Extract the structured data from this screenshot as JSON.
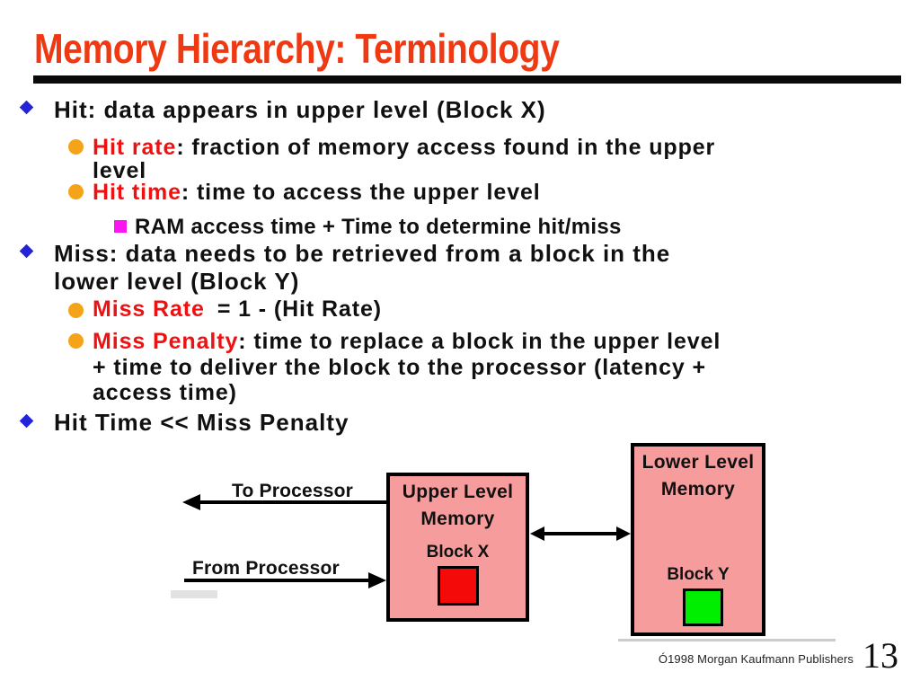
{
  "title": "Memory Hierarchy: Terminology",
  "lines": [
    {
      "text": "Hit: data appears in upper level (Block X)"
    },
    {
      "red": "Hit rate",
      "text": ": fraction of memory access found in the upper"
    },
    {
      "text": "level"
    },
    {
      "red": "Hit time",
      "text": ": time to access the upper level"
    },
    {
      "text": "RAM access time + Time to determine hit/miss"
    },
    {
      "text": "Miss: data needs to be retrieved from a block in the"
    },
    {
      "text": "lower level (Block Y)"
    },
    {
      "red": "Miss Rate",
      "text": "= 1 - (Hit Rate)"
    },
    {
      "red": "Miss Penalty",
      "text": ": time to replace a block in the upper level"
    },
    {
      "text": "+ time to deliver the block to the processor (latency +"
    },
    {
      "text": "access time)"
    },
    {
      "text": "Hit Time << Miss Penalty"
    }
  ],
  "diagram": {
    "to_processor_label": "To Processor",
    "from_processor_label": "From Processor",
    "upper_box": {
      "line1": "Upper Level",
      "line2": "Memory",
      "block_label": "Block X"
    },
    "lower_box": {
      "line1": "Lower Level",
      "line2": "Memory",
      "block_label": "Block Y"
    }
  },
  "footer": {
    "copyright": "Ó1998 Morgan Kaufmann Publishers",
    "page_number": "13"
  },
  "colors": {
    "title_red": "#EE3912",
    "keyword_red": "#EE1111",
    "bullet_blue": "#2323DC",
    "bullet_orange": "#F6A31C",
    "bullet_magenta": "#FA16F0",
    "box_pink": "#F79C9C",
    "block_x_red": "#F50A0A",
    "block_y_green": "#00EE00",
    "rule_black": "#0A0A0A"
  }
}
